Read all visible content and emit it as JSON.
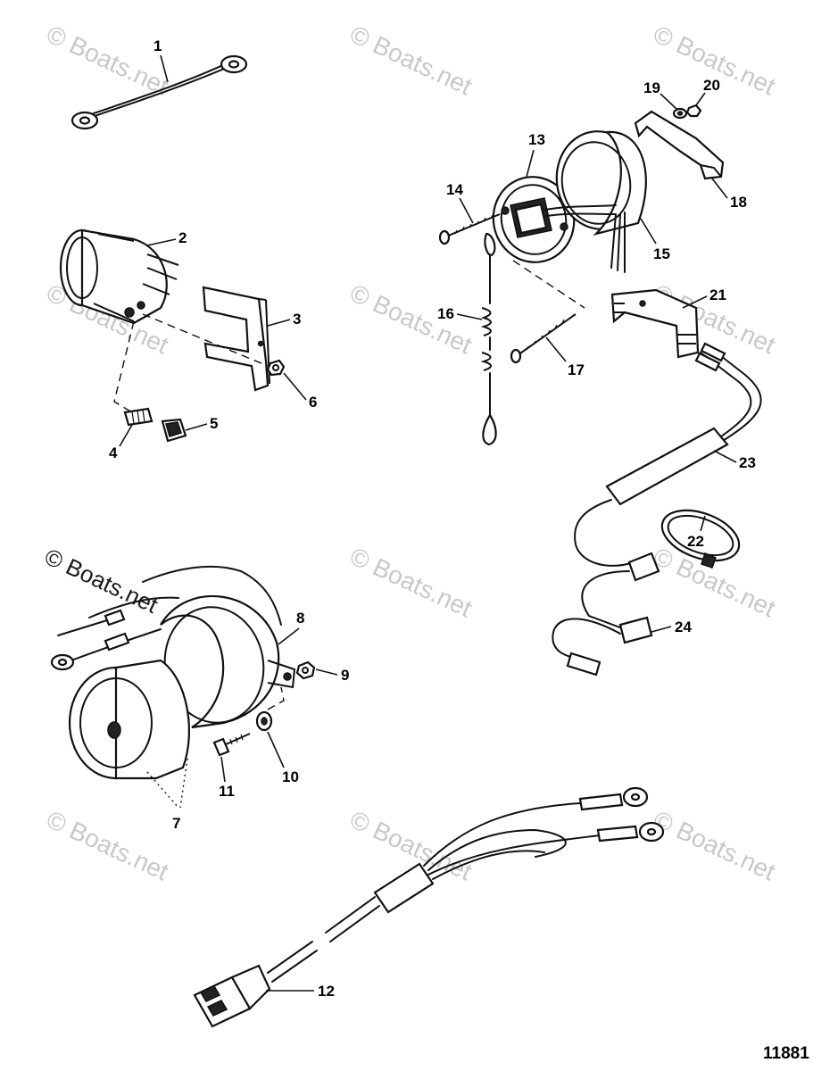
{
  "callouts": [
    "1",
    "2",
    "3",
    "4",
    "5",
    "6",
    "7",
    "8",
    "9",
    "10",
    "11",
    "12",
    "13",
    "14",
    "15",
    "16",
    "17",
    "18",
    "19",
    "20",
    "21",
    "22",
    "23",
    "24"
  ],
  "figure_number": "11881",
  "watermark": "© Boats.net"
}
